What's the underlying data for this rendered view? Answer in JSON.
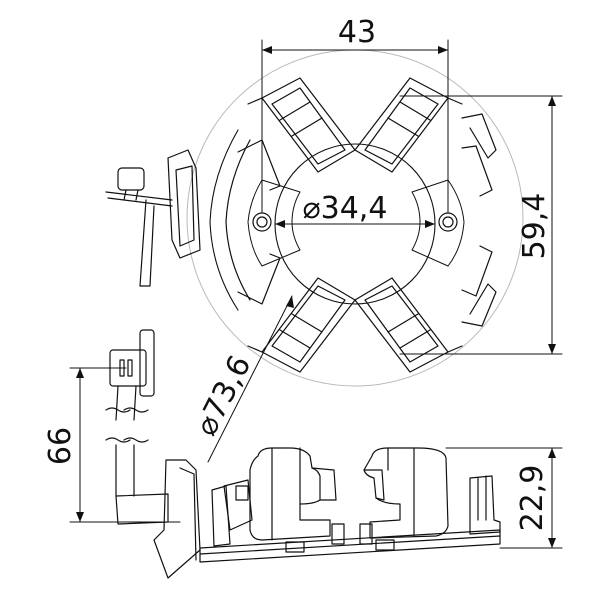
{
  "dimensions": {
    "width_top": "43",
    "inner_diameter": "⌀34,4",
    "height_right": "59,4",
    "outer_diameter": "⌀73,6",
    "side_height": "66",
    "base_height": "22,9"
  },
  "colors": {
    "line": "#111111",
    "outline_circle": "#b9b9b9"
  }
}
